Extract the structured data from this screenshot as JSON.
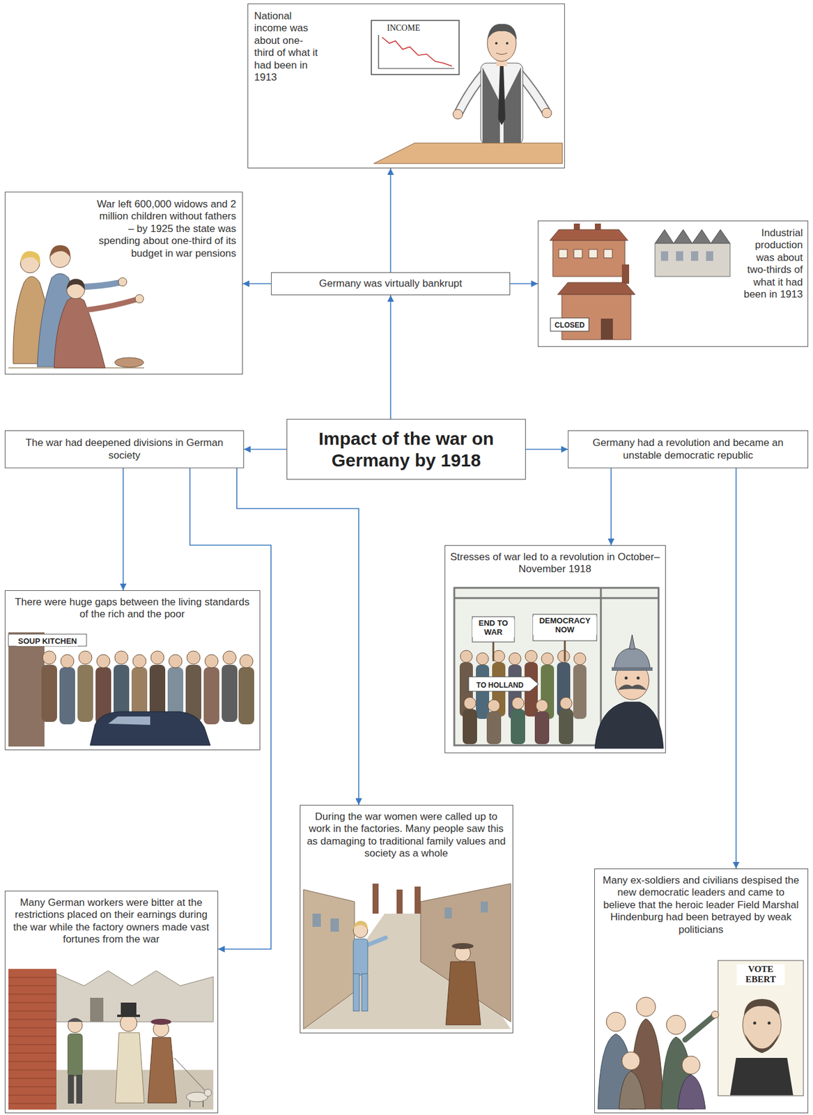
{
  "diagram": {
    "nodes": [
      {
        "text": [
          "National income was about one-third of what it had been in 1913"
        ]
      },
      {
        "text": [
          "War left 600,000 widows and 2 million children without fathers – by 1925 the state was spending about one-third of its budget in war pensions"
        ]
      },
      {
        "text": [
          "Germany was virtually bankrupt"
        ]
      },
      {
        "text": [
          "Industrial production was about two-thirds of what it had been in 1913"
        ]
      },
      {
        "text": [
          "The war had deepened divisions in German society"
        ]
      },
      {
        "text": [
          "Impact of the war on Germany by 1918"
        ]
      },
      {
        "text": [
          "Germany had a revolution and became an unstable democratic republic"
        ]
      },
      {
        "text": [
          "There were huge gaps between the living standards of the rich and the poor"
        ]
      },
      {
        "text": [
          "Stresses of war led to a revolution in October– November 1918"
        ]
      },
      {
        "text": [
          "During the war women were called up to work in the factories. Many people saw this as damaging to traditional family values and society as a whole"
        ]
      },
      {
        "text": [
          "Many German workers were bitter at the restrictions placed on their earnings during the war while the factory owners made vast fortunes from the war"
        ]
      },
      {
        "text": [
          "Many ex-soldiers and civilians despised the new democratic leaders and came to believe that the heroic leader Field Marshal Hindenburg had been betrayed by weak politicians"
        ]
      }
    ],
    "edges": [
      {
        "from": 5,
        "to": 2,
        "arrow": "to"
      },
      {
        "from": 2,
        "to": 0,
        "arrow": "to"
      },
      {
        "from": 2,
        "to": 1,
        "arrow": "to"
      },
      {
        "from": 2,
        "to": 3,
        "arrow": "to"
      },
      {
        "from": 5,
        "to": 4,
        "arrow": "to"
      },
      {
        "from": 5,
        "to": 6,
        "arrow": "to"
      },
      {
        "from": 4,
        "to": 7,
        "arrow": "to"
      },
      {
        "from": 4,
        "to": 10,
        "arrow": "to"
      },
      {
        "from": 4,
        "to": 9,
        "arrow": "to"
      },
      {
        "from": 6,
        "to": 8,
        "arrow": "to"
      },
      {
        "from": 6,
        "to": 11,
        "arrow": "to"
      }
    ],
    "labels": [
      "INCOME",
      "CLOSED",
      "SOUP KITCHEN",
      "END TO WAR",
      "DEMOCRACY NOW",
      "TO HOLLAND",
      "VOTE EBERT"
    ]
  }
}
